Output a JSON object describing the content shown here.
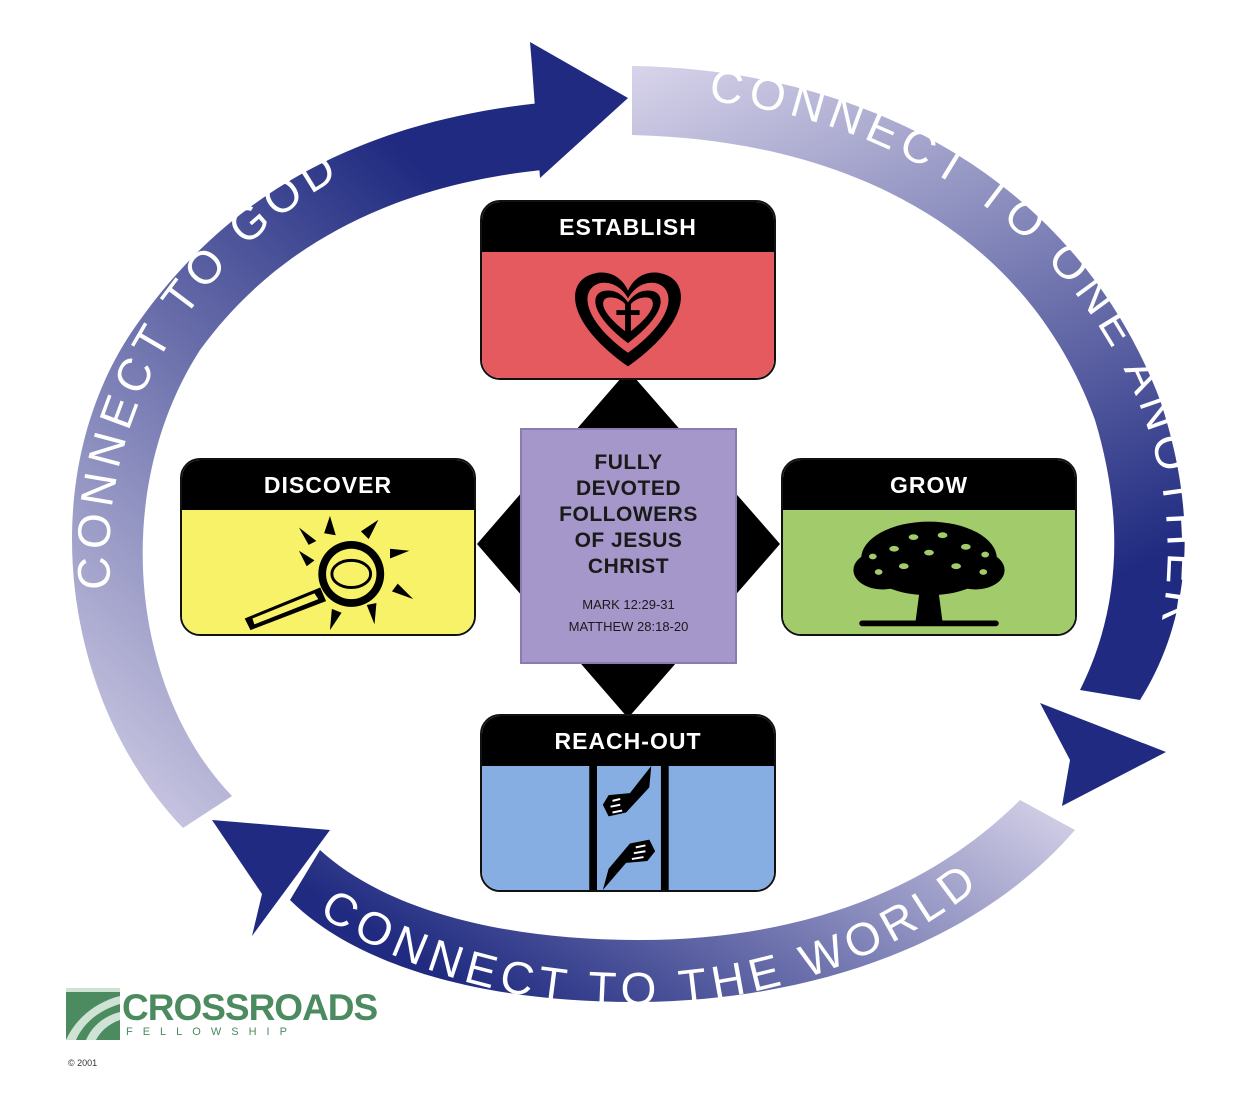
{
  "cycle": {
    "arc_top_left": "CONNECT TO GOD",
    "arc_top_right": "CONNECT TO ONE ANOTHER",
    "arc_bottom": "CONNECT TO THE WORLD"
  },
  "cards": {
    "establish": {
      "title": "ESTABLISH",
      "icon": "heart-cross-icon",
      "color": "#e45a5f"
    },
    "discover": {
      "title": "DISCOVER",
      "icon": "magnifying-glass-icon",
      "color": "#f8f268"
    },
    "grow": {
      "title": "GROW",
      "icon": "tree-icon",
      "color": "#a2cc6b"
    },
    "reach_out": {
      "title": "REACH-OUT",
      "icon": "reaching-hands-icon",
      "color": "#87aee2"
    }
  },
  "center": {
    "title": "FULLY\nDEVOTED\nFOLLOWERS\nOF JESUS\nCHRIST",
    "reference_1": "MARK 12:29-31",
    "reference_2": "MATTHEW 28:18-20",
    "color": "#a597c9"
  },
  "logo": {
    "name": "CROSSROADS",
    "subtitle": "FELLOWSHIP",
    "copyright": "© 2001",
    "color": "#4c8a60"
  },
  "colors": {
    "arrow_dark": "#1f2a80",
    "arrow_light": "#d4d0e6"
  }
}
